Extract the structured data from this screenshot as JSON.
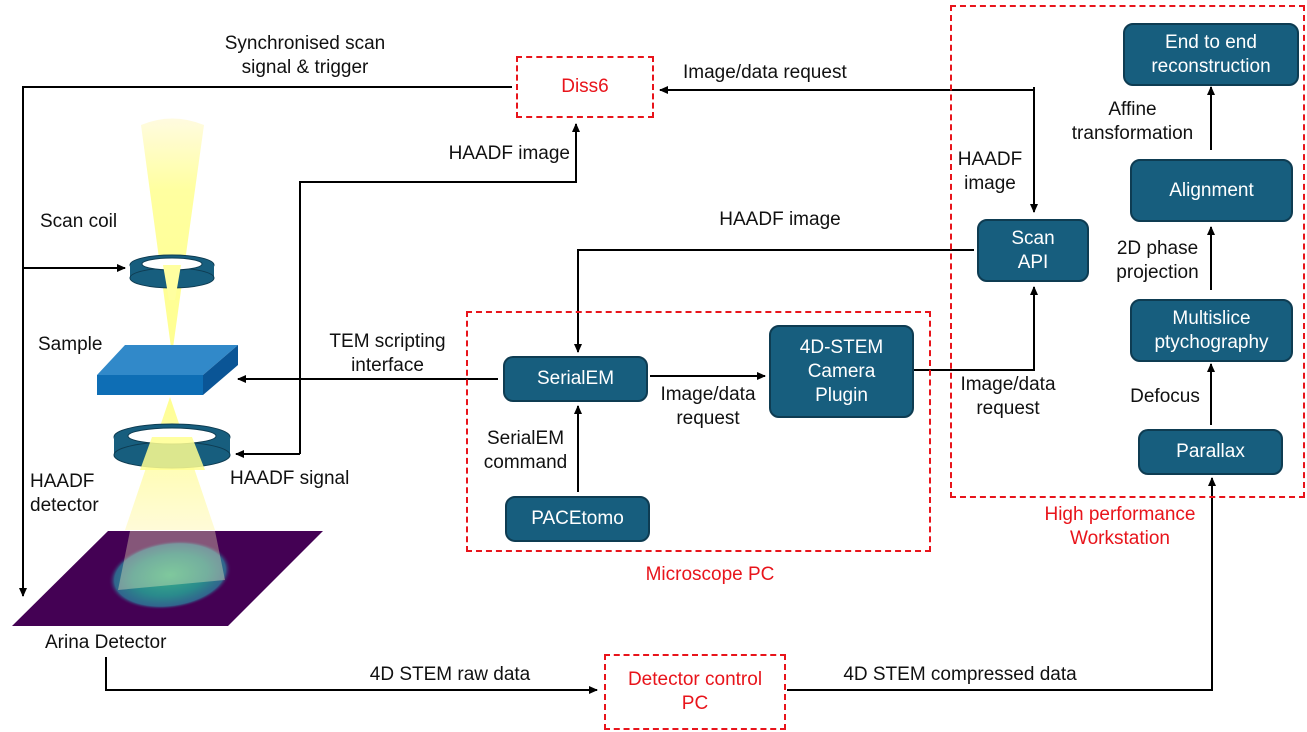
{
  "diagram": {
    "labels": {
      "sync_scan": "Synchronised scan\nsignal & trigger",
      "haadf_image_top": "HAADF image",
      "image_data_request_top": "Image/data request",
      "haadf_image_mid": "HAADF image",
      "haadf_image_vertical": "HAADF\nimage",
      "scan_coil": "Scan coil",
      "sample": "Sample",
      "tem_scripting": "TEM scripting\ninterface",
      "haadf_detector": "HAADF\ndetector",
      "haadf_signal": "HAADF signal",
      "arina_detector": "Arina Detector",
      "serialem_command": "SerialEM\ncommand",
      "image_data_request_mid": "Image/data\nrequest",
      "image_data_request_right": "Image/data\nrequest",
      "affine": "Affine\ntransformation",
      "phase_projection": "2D phase\nprojection",
      "defocus": "Defocus",
      "raw_data": "4D STEM raw data",
      "compressed_data": "4D STEM compressed data"
    },
    "boxes": {
      "serialem": "SerialEM",
      "camera_plugin": "4D-STEM\nCamera\nPlugin",
      "pacetomo": "PACEtomo",
      "scan_api": "Scan\nAPI",
      "end_to_end": "End to end\nreconstruction",
      "alignment": "Alignment",
      "multislice": "Multislice\nptychography",
      "parallax": "Parallax"
    },
    "groups": {
      "diss6": "Diss6",
      "microscope_pc": "Microscope PC",
      "workstation": "High performance\nWorkstation",
      "detector_pc": "Detector control\nPC"
    },
    "colors": {
      "box_fill": "#175e7e",
      "group_border": "#e8141b",
      "sample_top": "#3189c9",
      "detector_plane": "#440154"
    }
  }
}
